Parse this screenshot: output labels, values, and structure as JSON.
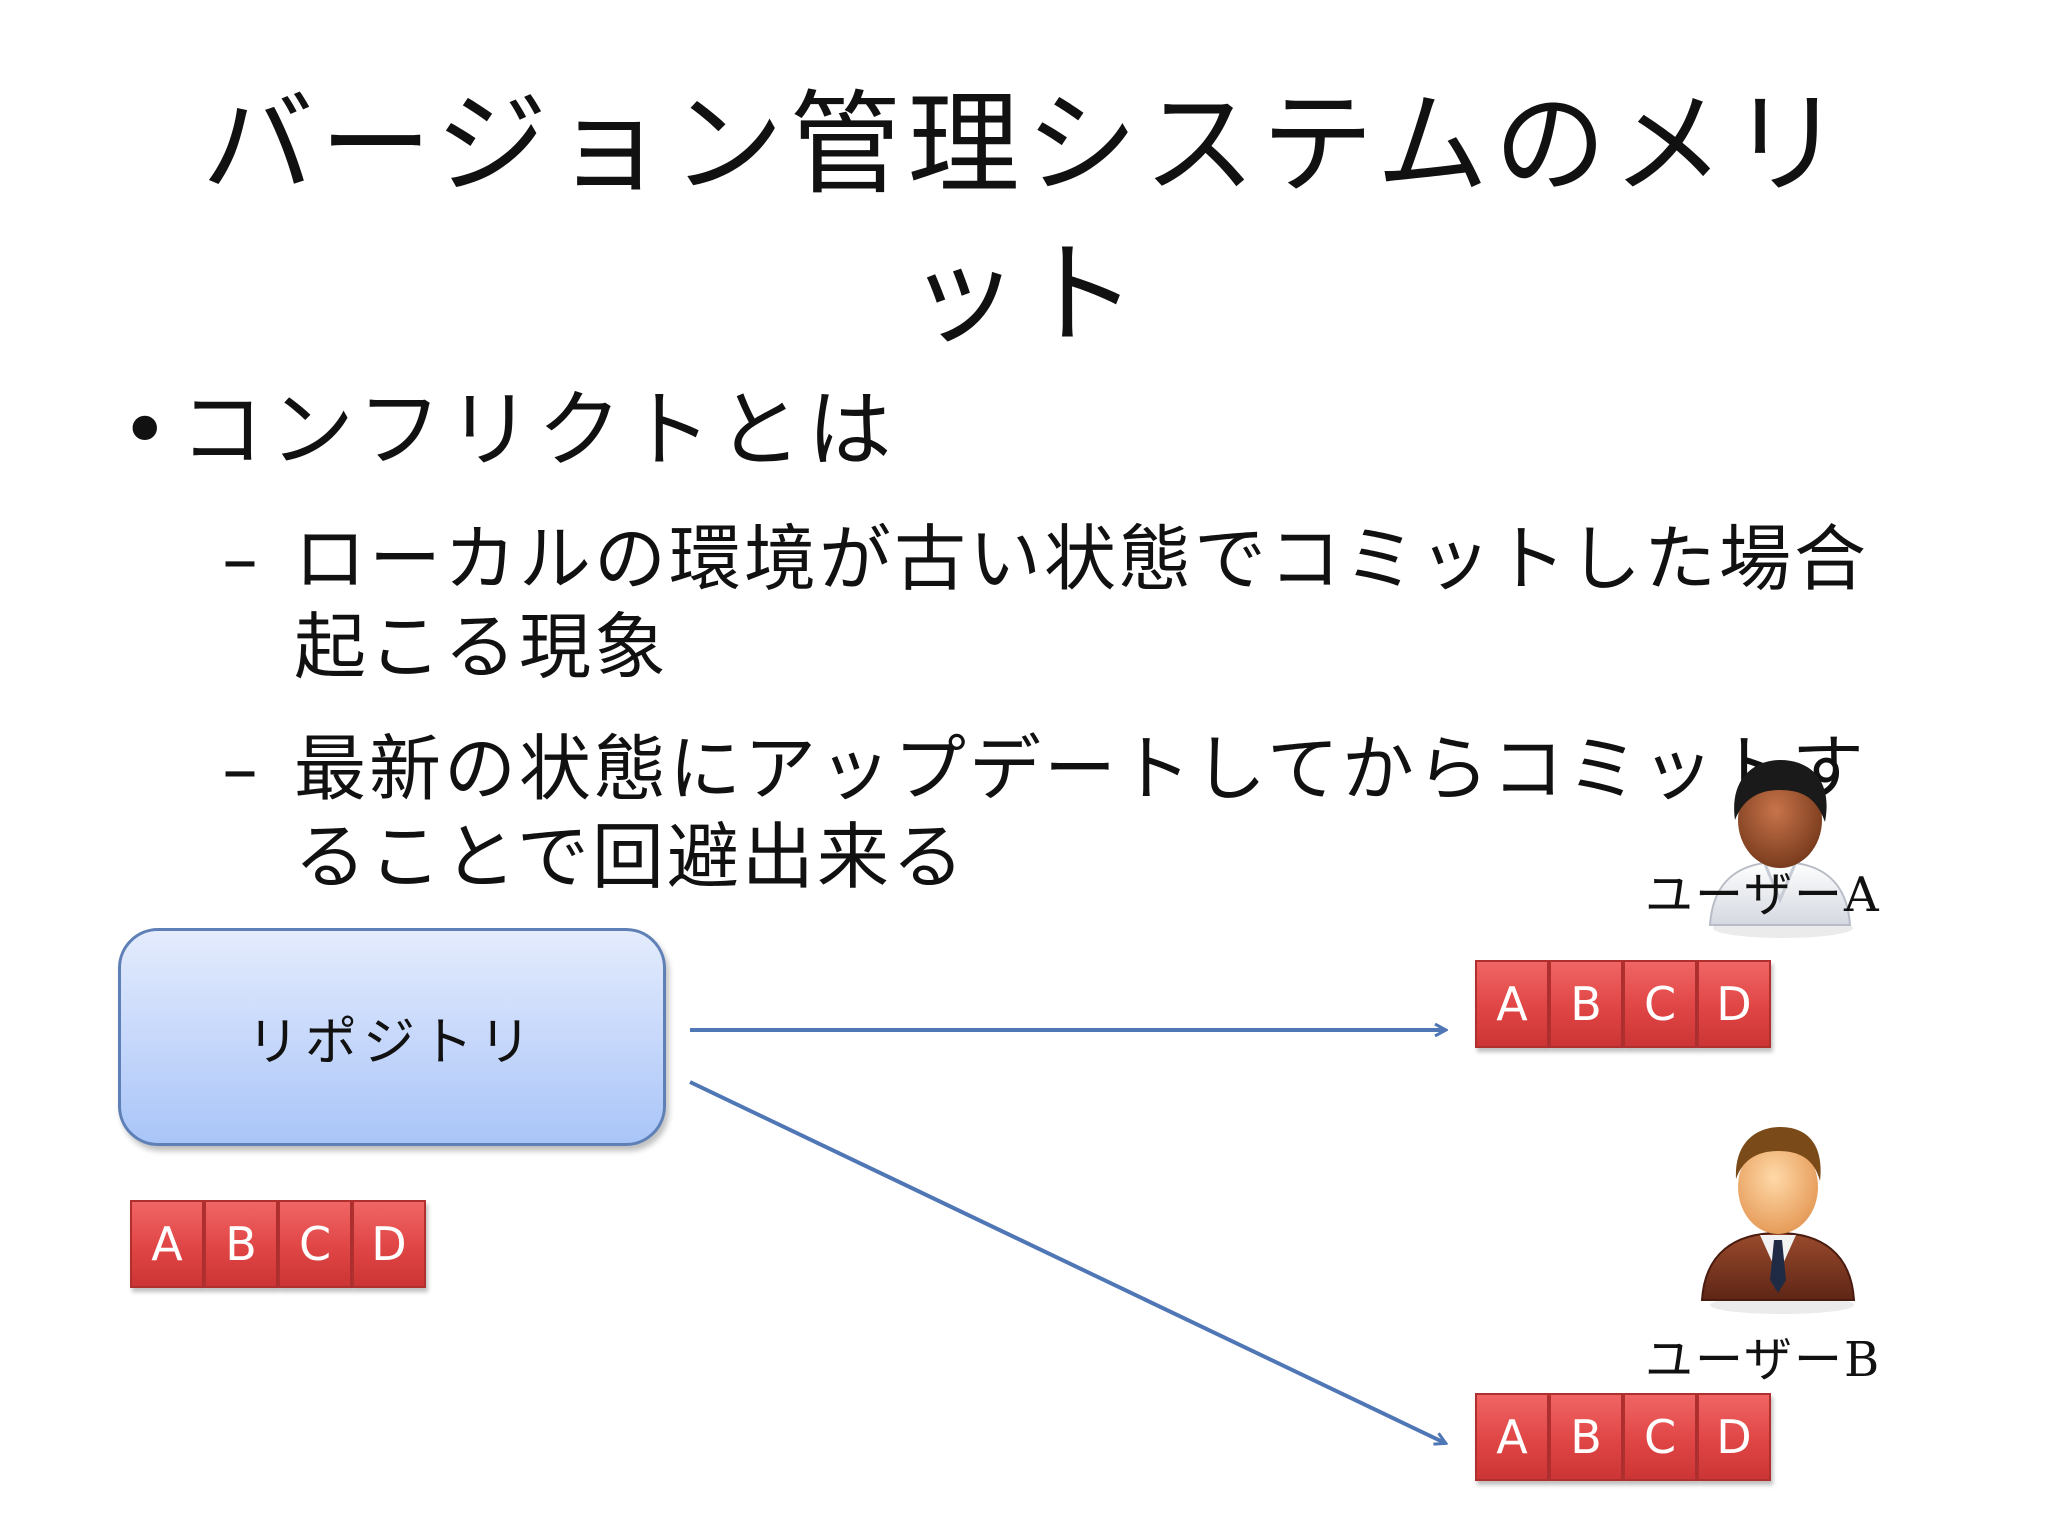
{
  "slide": {
    "title": "バージョン管理システムのメリット",
    "bullet": "コンフリクトとは",
    "sub_bullets": [
      {
        "dash": "–",
        "text": "ローカルの環境が古い状態でコミットした場合起こる現象"
      },
      {
        "dash": "–",
        "text": "最新の状態にアップデートしてからコミットすることで回避出来る"
      }
    ]
  },
  "diagram": {
    "repository_label": "リポジトリ",
    "user_a_label": "ユーザーA",
    "user_b_label": "ユーザーB",
    "repo_blocks": [
      "A",
      "B",
      "C",
      "D"
    ],
    "user_a_blocks": [
      "A",
      "B",
      "C",
      "D"
    ],
    "user_b_blocks": [
      "A",
      "B",
      "C",
      "D"
    ],
    "colors": {
      "arrow": "#4f76b5",
      "block": "#e04a4a",
      "repo_box": "#bcd1fa"
    }
  }
}
